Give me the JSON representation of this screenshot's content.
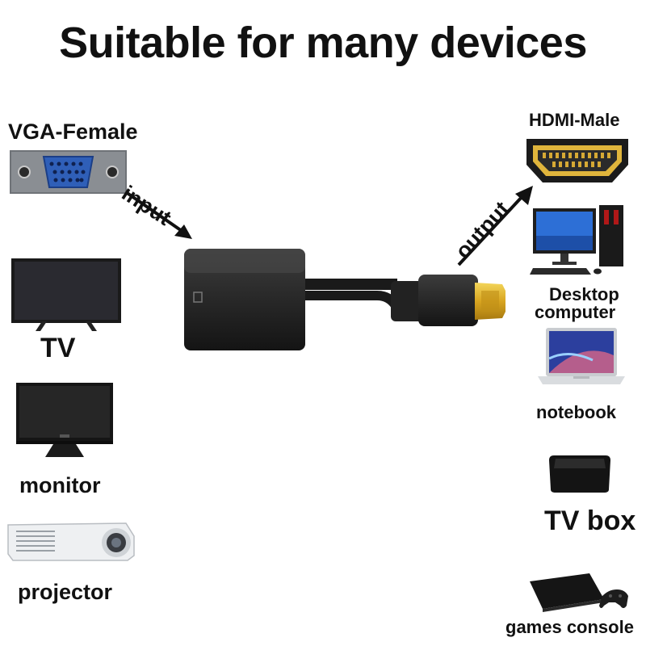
{
  "title": "Suitable for many devices",
  "connectors": {
    "input_port": "VGA-Female",
    "output_port": "HDMI-Male",
    "input_arrow": "input",
    "output_arrow": "output"
  },
  "left_devices": [
    {
      "label": "TV",
      "icon": "tv-icon"
    },
    {
      "label": "monitor",
      "icon": "monitor-icon"
    },
    {
      "label": "projector",
      "icon": "projector-icon"
    }
  ],
  "right_devices": [
    {
      "label_line1": "Desktop",
      "label_line2": "computer",
      "icon": "desktop-computer-icon"
    },
    {
      "label": "notebook",
      "icon": "laptop-icon"
    },
    {
      "label": "TV box",
      "icon": "tv-box-icon"
    },
    {
      "label": "games console",
      "icon": "game-console-icon"
    }
  ]
}
